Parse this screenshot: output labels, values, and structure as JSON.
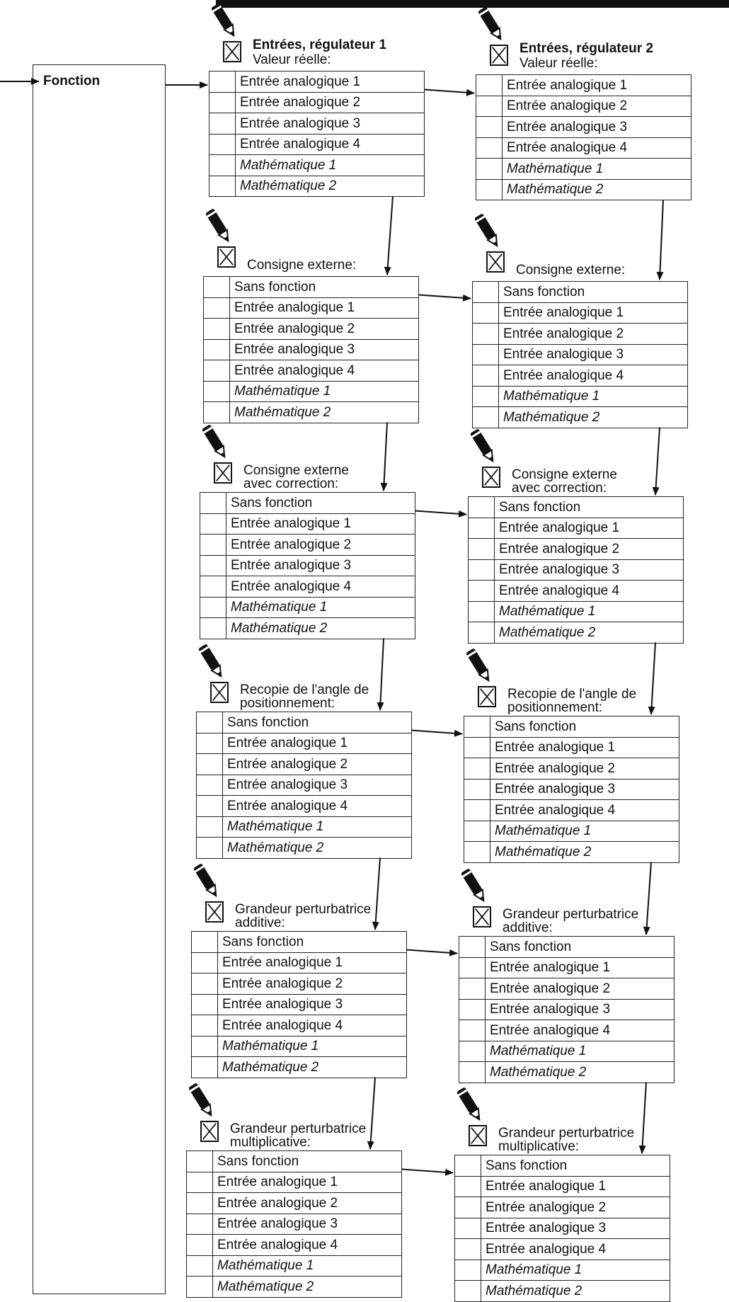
{
  "fonction_label": "Fonction",
  "regulator1_title": "Entrées, régulateur 1",
  "regulator2_title": "Entrées, régulateur 2",
  "input_groups": [
    {
      "label_lines": [
        "Valeur réelle:"
      ],
      "options": [
        "Entrée analogique 1",
        "Entrée analogique 2",
        "Entrée analogique 3",
        "Entrée analogique 4",
        "Mathématique 1",
        "Mathématique 2"
      ]
    },
    {
      "label_lines": [
        "Consigne externe:"
      ],
      "options": [
        "Sans fonction",
        "Entrée analogique 1",
        "Entrée analogique 2",
        "Entrée analogique 3",
        "Entrée analogique 4",
        "Mathématique 1",
        "Mathématique 2"
      ]
    },
    {
      "label_lines": [
        "Consigne externe",
        "avec correction:"
      ],
      "options": [
        "Sans fonction",
        "Entrée analogique 1",
        "Entrée analogique 2",
        "Entrée analogique 3",
        "Entrée analogique 4",
        "Mathématique 1",
        "Mathématique 2"
      ]
    },
    {
      "label_lines": [
        "Recopie de l'angle de",
        "positionnement:"
      ],
      "options": [
        "Sans fonction",
        "Entrée analogique 1",
        "Entrée analogique 2",
        "Entrée analogique 3",
        "Entrée analogique 4",
        "Mathématique 1",
        "Mathématique 2"
      ]
    },
    {
      "label_lines": [
        "Grandeur perturbatrice",
        "additive:"
      ],
      "options": [
        "Sans fonction",
        "Entrée analogique 1",
        "Entrée analogique 2",
        "Entrée analogique 3",
        "Entrée analogique 4",
        "Mathématique 1",
        "Mathématique 2"
      ]
    },
    {
      "label_lines": [
        "Grandeur perturbatrice",
        "multiplicative:"
      ],
      "options": [
        "Sans fonction",
        "Entrée analogique 1",
        "Entrée analogique 2",
        "Entrée analogique 3",
        "Entrée analogique 4",
        "Mathématique 1",
        "Mathématique 2"
      ]
    }
  ],
  "colors": {
    "ink": "#111111",
    "background": "#ffffff"
  },
  "icons": [
    "pencil-icon",
    "crossed-checkbox-icon",
    "arrow-right-icon",
    "arrow-down-icon"
  ]
}
